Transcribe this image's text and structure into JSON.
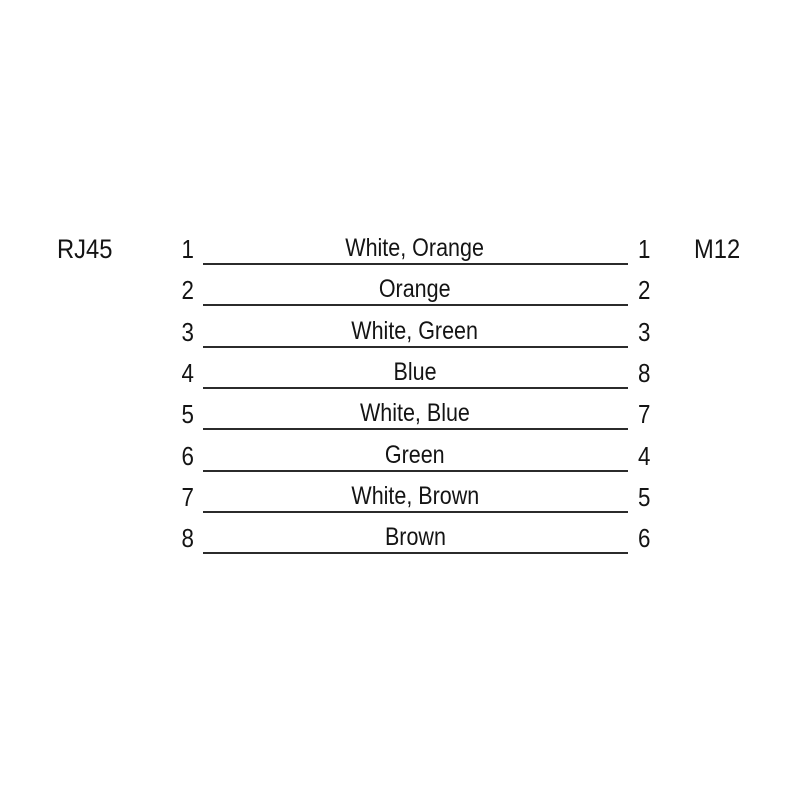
{
  "diagram": {
    "type": "pinout-wiring-diagram",
    "left_connector": {
      "name": "RJ45"
    },
    "right_connector": {
      "name": "M12"
    },
    "connections": [
      {
        "left_pin": "1",
        "right_pin": "1",
        "wire": "White, Orange"
      },
      {
        "left_pin": "2",
        "right_pin": "2",
        "wire": "Orange"
      },
      {
        "left_pin": "3",
        "right_pin": "3",
        "wire": "White, Green"
      },
      {
        "left_pin": "4",
        "right_pin": "8",
        "wire": "Blue"
      },
      {
        "left_pin": "5",
        "right_pin": "7",
        "wire": "White, Blue"
      },
      {
        "left_pin": "6",
        "right_pin": "4",
        "wire": "Green"
      },
      {
        "left_pin": "7",
        "right_pin": "5",
        "wire": "White, Brown"
      },
      {
        "left_pin": "8",
        "right_pin": "6",
        "wire": "Brown"
      }
    ],
    "colors": {
      "background": "#ffffff",
      "line": "#2b2b2b",
      "text": "#141414"
    }
  }
}
